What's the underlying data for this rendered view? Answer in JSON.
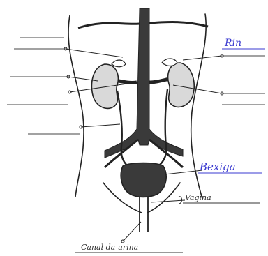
{
  "labels": {
    "rin": "Rin",
    "bexiga": "Bexiga",
    "uretra_feminina": "Vagina",
    "canal_da_urina": "Canal da urina"
  },
  "colors": {
    "ink": "#222222",
    "organ_fill": "#3a3a3a",
    "kidney_fill": "#d9d9d9",
    "handwriting_blue": "#3a3ad0",
    "handwriting_dark": "#333333",
    "background": "#ffffff"
  }
}
